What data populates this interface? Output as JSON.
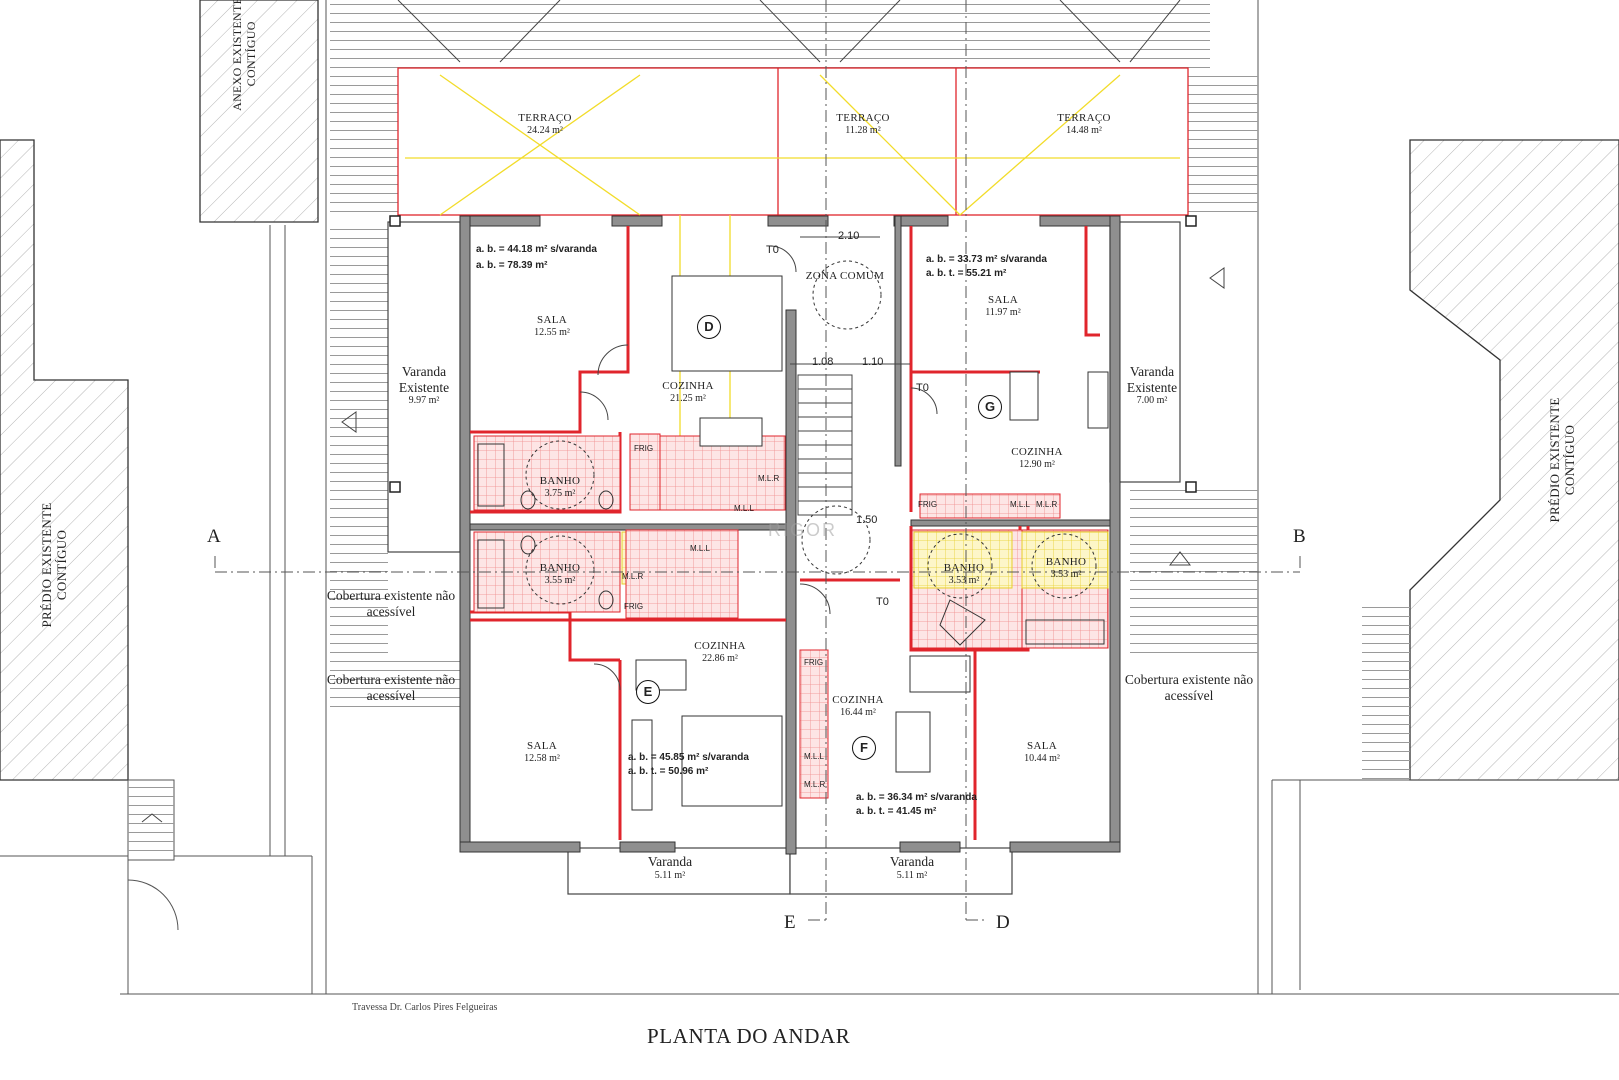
{
  "title": "PLANTA DO ANDAR",
  "street": "Travessa Dr. Carlos Pires Felgueiras",
  "watermark": "RIGOR",
  "colors": {
    "wall": "#8f8f8f",
    "new_wall": "#e0252c",
    "demolition": "#f2dc2a",
    "line": "#333333"
  },
  "neighbors": {
    "left": "PRÉDIO EXISTENTE CONTÍGUO",
    "right": "PRÉDIO EXISTENTE CONTÍGUO",
    "top": "ANEXO EXISTENTE CONTÍGUO"
  },
  "sections": {
    "a": "A",
    "b": "B",
    "e": "E",
    "d": "D"
  },
  "terraces": [
    {
      "name": "TERRAÇO",
      "area": "24.24 m²"
    },
    {
      "name": "TERRAÇO",
      "area": "11.28 m²"
    },
    {
      "name": "TERRAÇO",
      "area": "14.48 m²"
    }
  ],
  "balconies": {
    "left": {
      "name": "Varanda Existente",
      "area": "9.97 m²"
    },
    "right": {
      "name": "Varanda Existente",
      "area": "7.00 m²"
    },
    "bottom_left": {
      "name": "Varanda",
      "area": "5.11 m²"
    },
    "bottom_right": {
      "name": "Varanda",
      "area": "5.11 m²"
    }
  },
  "roofs": {
    "left_upper": "Cobertura existente não acessível",
    "left_lower": "Cobertura existente não acessível",
    "right": "Cobertura existente não acessível"
  },
  "common": {
    "name": "ZONA COMUM",
    "to": "T0",
    "dims": [
      "2.10",
      "1.08",
      "1.10",
      "1.50"
    ]
  },
  "units": {
    "D": {
      "letter": "D",
      "to": "T0",
      "ab": "a. b. = 44.18 m² s/varanda",
      "abt": "a. b. = 78.39 m²",
      "sala": {
        "name": "SALA",
        "area": "12.55 m²"
      },
      "cozinha": {
        "name": "COZINHA",
        "area": "21.25 m²"
      },
      "banho": {
        "name": "BANHO",
        "area": "3.75 m²"
      }
    },
    "E": {
      "letter": "E",
      "ab": "a. b. = 45.85 m² s/varanda",
      "abt": "a. b. t. = 50.96 m²",
      "sala": {
        "name": "SALA",
        "area": "12.58 m²"
      },
      "cozinha": {
        "name": "COZINHA",
        "area": "22.86 m²"
      },
      "banho": {
        "name": "BANHO",
        "area": "3.55 m²"
      }
    },
    "F": {
      "letter": "F",
      "to": "T0",
      "ab": "a. b. = 36.34 m² s/varanda",
      "abt": "a. b. t. = 41.45 m²",
      "sala": {
        "name": "SALA",
        "area": "10.44 m²"
      },
      "cozinha": {
        "name": "COZINHA",
        "area": "16.44 m²"
      },
      "banho": {
        "name": "BANHO",
        "area": "3.53 m²"
      }
    },
    "G": {
      "letter": "G",
      "to": "T0",
      "ab": "a. b. = 33.73 m² s/varanda",
      "abt": "a. b. t. = 55.21 m²",
      "sala": {
        "name": "SALA",
        "area": "11.97 m²"
      },
      "cozinha": {
        "name": "COZINHA",
        "area": "12.90 m²"
      },
      "banho": {
        "name": "BANHO",
        "area": "3.53 m²"
      }
    }
  },
  "appliances": {
    "frig": "FRIG",
    "mll": "M.L.L",
    "mlr": "M.L.R"
  }
}
